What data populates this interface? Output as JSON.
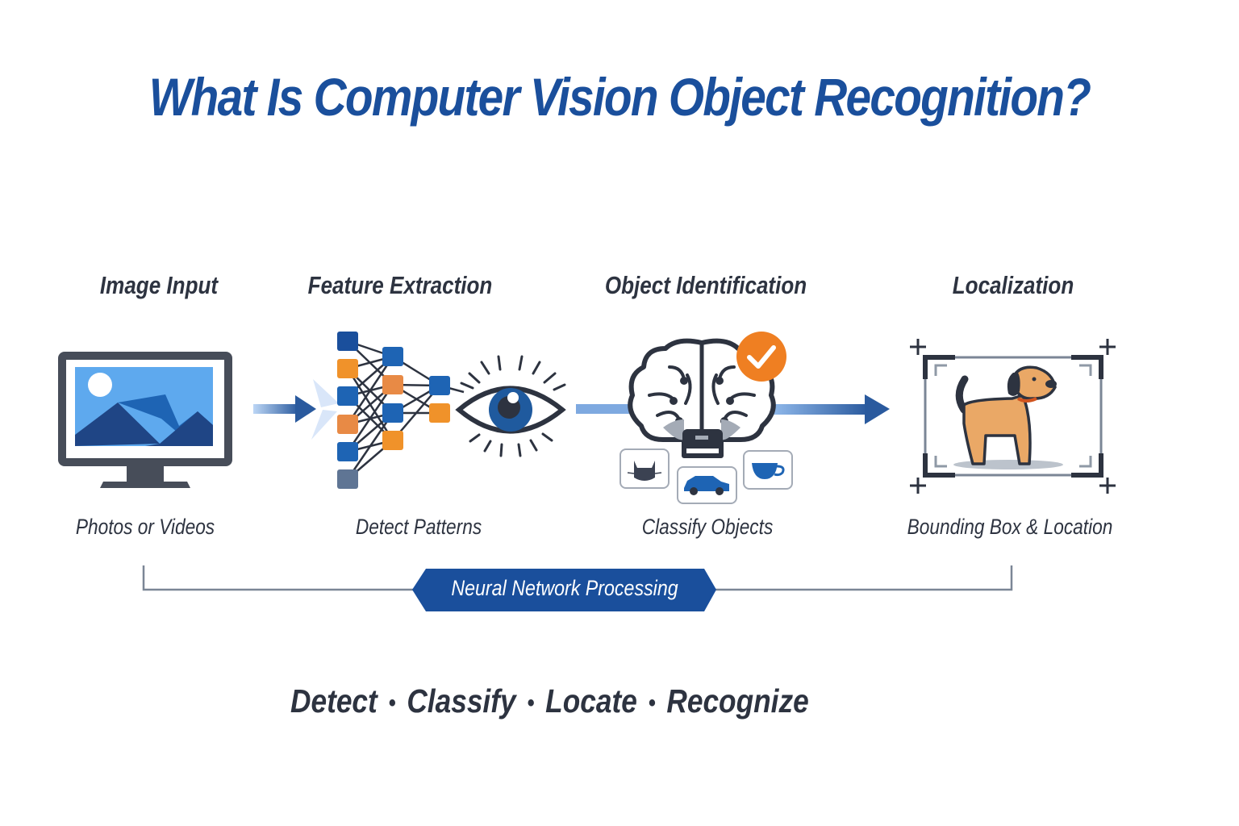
{
  "title": "What Is Computer Vision Object Recognition?",
  "steps": [
    {
      "title": "Image Input",
      "caption": "Photos or Videos",
      "icon": "monitor-image-icon"
    },
    {
      "title": "Feature Extraction",
      "caption": "Detect Patterns",
      "icon": "neural-network-eye-icon"
    },
    {
      "title": "Object Identification",
      "caption": "Classify Objects",
      "icon": "brain-check-icon"
    },
    {
      "title": "Localization",
      "caption": "Bounding Box & Location",
      "icon": "dog-bounding-box-icon"
    }
  ],
  "classification_examples": [
    "cat-icon",
    "car-icon",
    "cup-icon"
  ],
  "banner": {
    "label": "Neural Network Processing"
  },
  "tagline": {
    "items": [
      "Detect",
      "Classify",
      "Locate",
      "Recognize"
    ],
    "separator": "•"
  },
  "colors": {
    "title_blue": "#1a4f9c",
    "text_dark": "#2d3340",
    "accent_orange": "#f0922a",
    "check_orange": "#ef7f22",
    "sky_blue": "#5ea9ee",
    "mountain_dark": "#1f4585",
    "node_blue": "#1e64b4",
    "bracket_gray": "#7b8696"
  }
}
